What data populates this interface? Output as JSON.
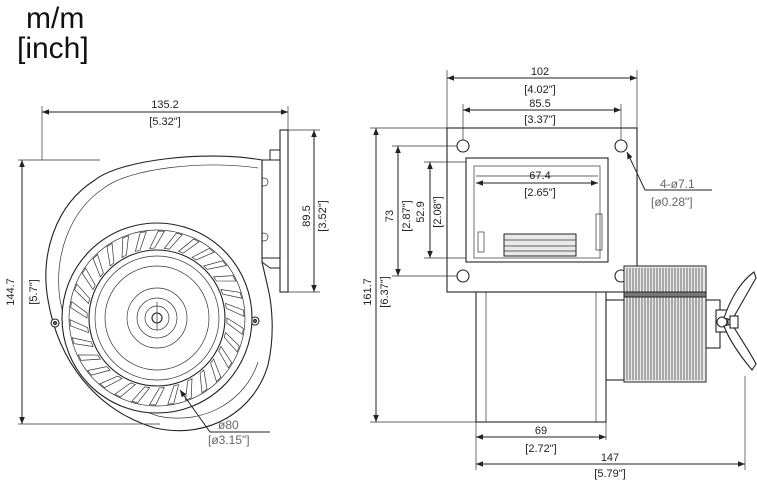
{
  "units": {
    "primary": "m/m",
    "secondary": "[inch]"
  },
  "dims": {
    "side_width": {
      "mm": "135.2",
      "inch": "[5.32\"]"
    },
    "side_height": {
      "mm": "144.7",
      "inch": "[5.7\"]"
    },
    "outlet_height": {
      "mm": "89.5",
      "inch": "[3.52\"]"
    },
    "impeller_dia": {
      "mm": "ø80",
      "inch": "[ø3.15\"]"
    },
    "flange_width": {
      "mm": "102",
      "inch": "[4.02\"]"
    },
    "hole_spacing": {
      "mm": "85.5",
      "inch": "[3.37\"]"
    },
    "opening_width": {
      "mm": "67.4",
      "inch": "[2.65\"]"
    },
    "hole_spacing_v": {
      "mm": "73",
      "inch": "[2.87\"]"
    },
    "opening_height": {
      "mm": "52.9",
      "inch": "[2.08\"]"
    },
    "front_height": {
      "mm": "161.7",
      "inch": "[6.37\"]"
    },
    "holes": {
      "mm": "4-ø7.1",
      "inch": "[ø0.28\"]"
    },
    "housing_depth": {
      "mm": "69",
      "inch": "[2.72\"]"
    },
    "overall_depth": {
      "mm": "147",
      "inch": "[5.79\"]"
    }
  }
}
